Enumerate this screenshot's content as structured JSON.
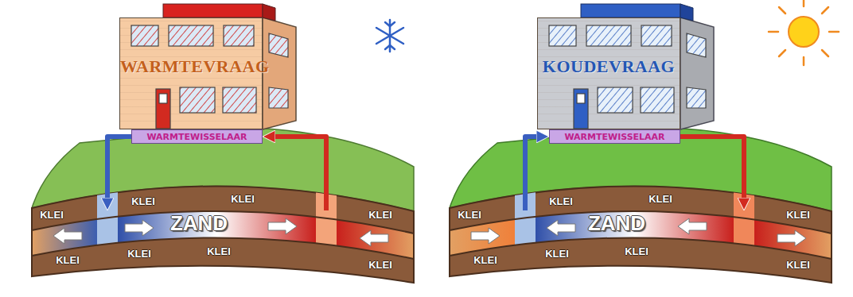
{
  "diagram": {
    "nodes": [
      {
        "text": [
          "WARMTEVRAAG"
        ]
      },
      {
        "text": [
          "WARMTEWISSELAAR"
        ]
      },
      {
        "text": [
          "ZAND"
        ]
      },
      {
        "text": [
          "KOUDEVRAAG"
        ]
      },
      {
        "text": [
          "WARMTEWISSELAAR"
        ]
      },
      {
        "text": [
          "ZAND"
        ]
      }
    ],
    "edges": [
      {
        "from": 1,
        "to": 2,
        "arrow": "to"
      },
      {
        "from": 2,
        "to": 1,
        "arrow": "to"
      },
      {
        "from": 5,
        "to": 4,
        "arrow": "to"
      },
      {
        "from": 4,
        "to": 5,
        "arrow": "to"
      }
    ],
    "labels": [
      "KLEI",
      "KLEI",
      "KLEI",
      "KLEI",
      "KLEI",
      "KLEI",
      "KLEI",
      "KLEI",
      "KLEI",
      "KLEI",
      "KLEI",
      "KLEI",
      "KLEI",
      "KLEI",
      "KLEI",
      "KLEI"
    ]
  }
}
